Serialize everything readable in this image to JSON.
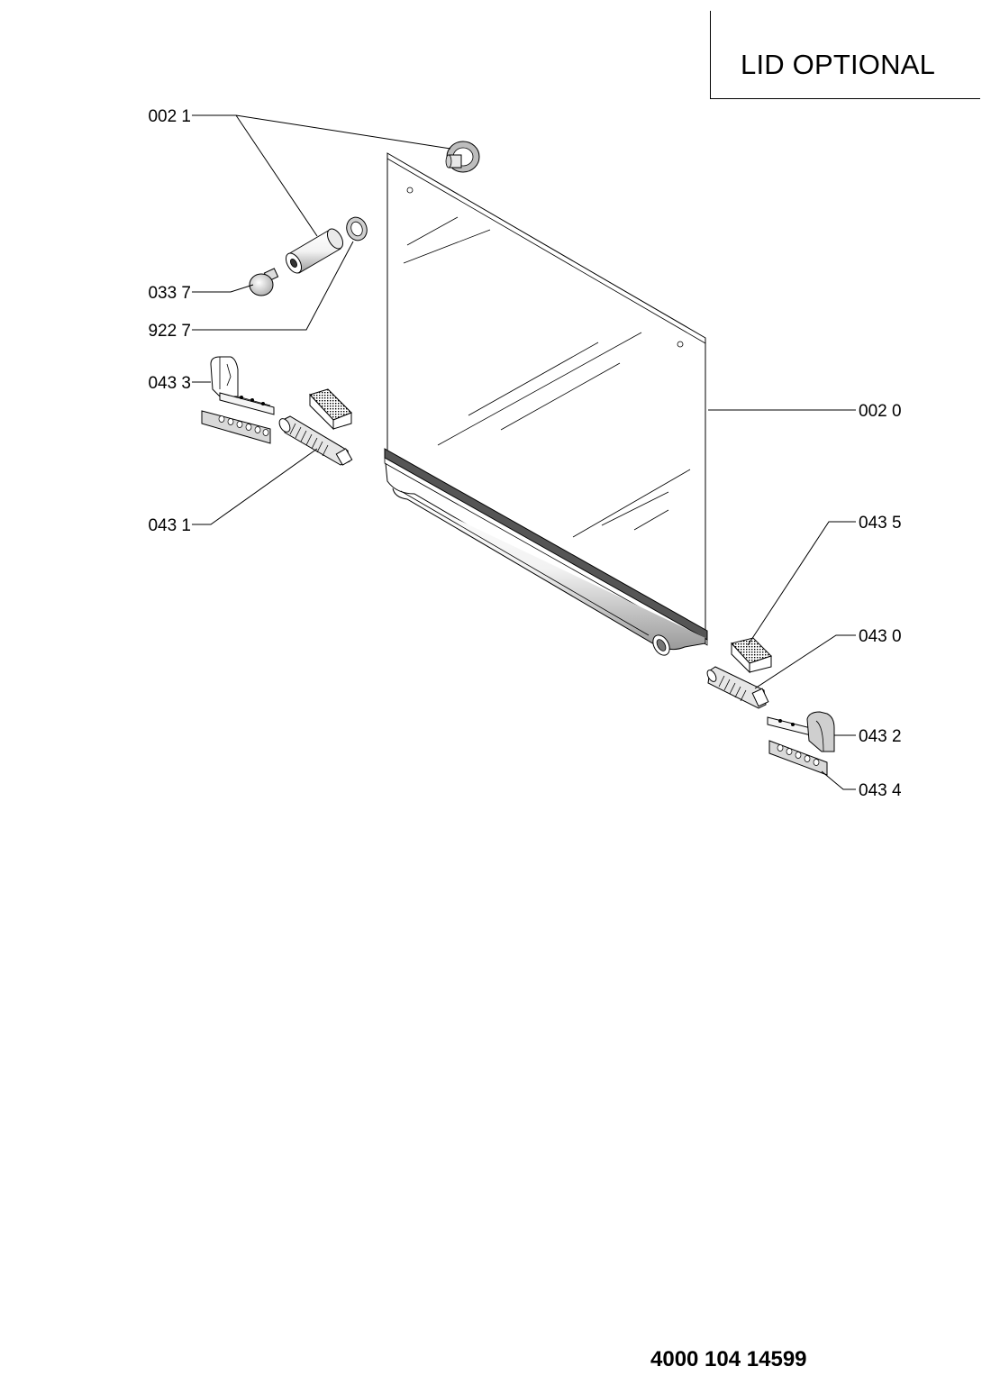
{
  "title": "LID OPTIONAL",
  "doc_number": "4000 104 14599",
  "callouts": [
    {
      "id": "0021",
      "label": "002 1"
    },
    {
      "id": "0337",
      "label": "033 7"
    },
    {
      "id": "9227",
      "label": "922 7"
    },
    {
      "id": "0433",
      "label": "043 3"
    },
    {
      "id": "0431",
      "label": "043 1"
    },
    {
      "id": "0020",
      "label": "002 0"
    },
    {
      "id": "0435",
      "label": "043 5"
    },
    {
      "id": "0430",
      "label": "043 0"
    },
    {
      "id": "0432",
      "label": "043 2"
    },
    {
      "id": "0434",
      "label": "043 4"
    }
  ]
}
